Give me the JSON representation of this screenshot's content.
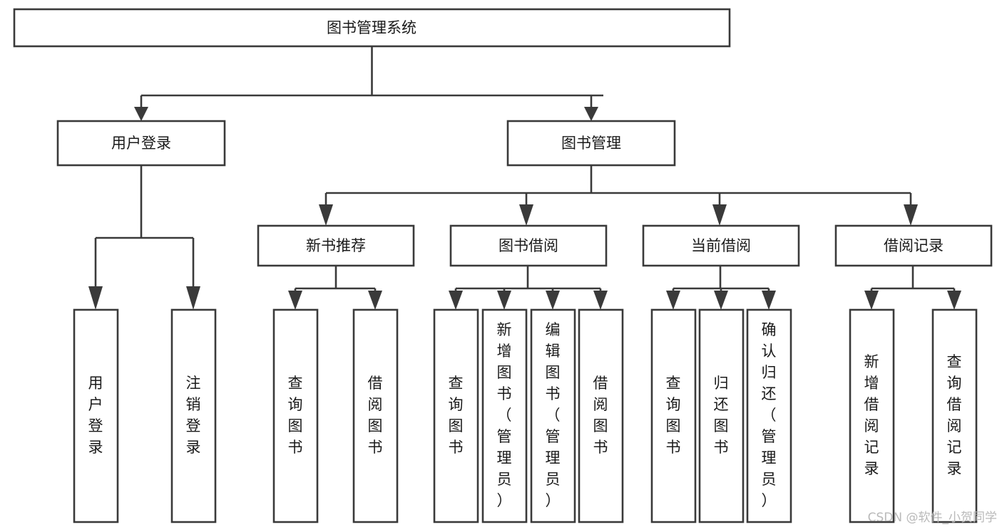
{
  "diagram": {
    "title": "图书管理系统",
    "type": "tree",
    "orientation": "top-down",
    "colors": {
      "box_stroke": "#3a3a3a",
      "box_fill": "#ffffff",
      "connector": "#3a3a3a",
      "text": "#1a1a1a",
      "watermark": "#b9b9b9",
      "background": "#ffffff"
    },
    "root": {
      "label": "图书管理系统"
    },
    "level2": [
      {
        "label": "用户登录"
      },
      {
        "label": "图书管理"
      }
    ],
    "level3": [
      {
        "label": "新书推荐"
      },
      {
        "label": "图书借阅"
      },
      {
        "label": "当前借阅"
      },
      {
        "label": "借阅记录"
      }
    ],
    "leaves": {
      "user_login": [
        {
          "label": "用户登录"
        },
        {
          "label": "注销登录"
        }
      ],
      "new_book_recommend": [
        {
          "label": "查询图书"
        },
        {
          "label": "借阅图书"
        }
      ],
      "book_borrow": [
        {
          "label": "查询图书"
        },
        {
          "label": "新增图书（管理员）"
        },
        {
          "label": "编辑图书（管理员）"
        },
        {
          "label": "借阅图书"
        }
      ],
      "current_borrow": [
        {
          "label": "查询图书"
        },
        {
          "label": "归还图书"
        },
        {
          "label": "确认归还（管理员）"
        }
      ],
      "borrow_record": [
        {
          "label": "新增借阅记录"
        },
        {
          "label": "查询借阅记录"
        }
      ]
    },
    "watermark": "CSDN @软件_小贺同学"
  }
}
